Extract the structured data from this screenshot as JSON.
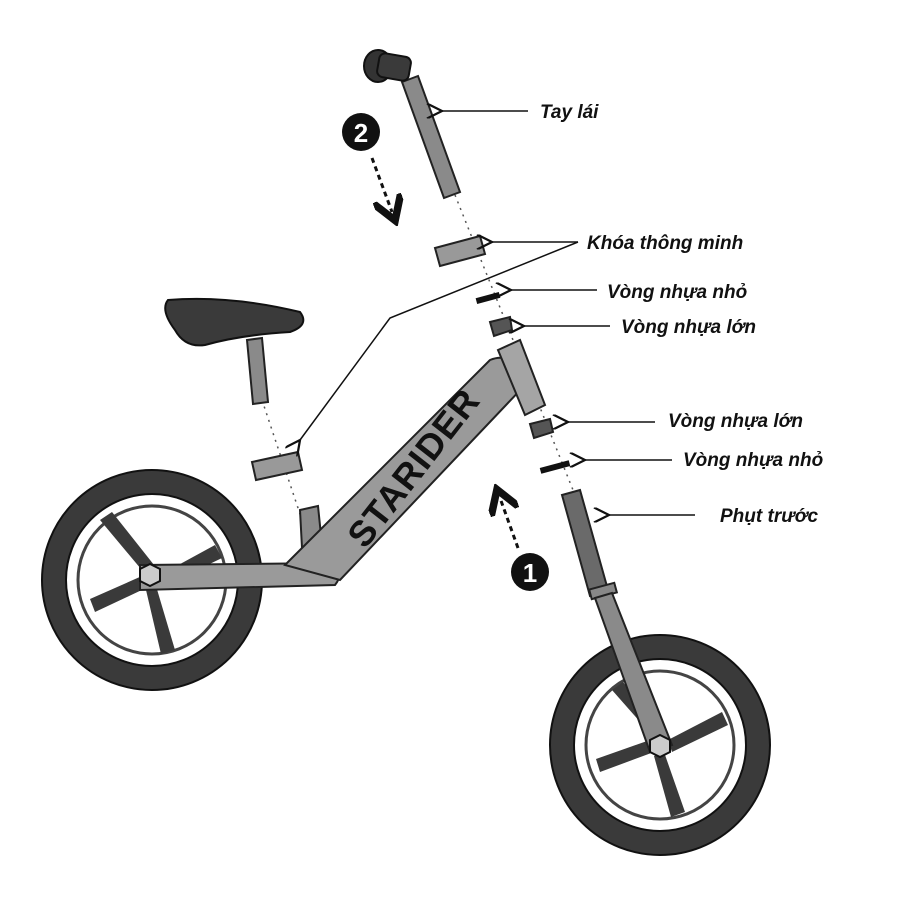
{
  "brand": "STARIDER",
  "steps": [
    {
      "number": "1"
    },
    {
      "number": "2"
    }
  ],
  "labels": {
    "handlebar": "Tay lái",
    "smart_clamp": "Khóa thông minh",
    "small_ring_top": "Vòng nhựa nhỏ",
    "large_ring_top": "Vòng nhựa lớn",
    "large_ring_bottom": "Vòng nhựa lớn",
    "small_ring_bottom": "Vòng nhựa nhỏ",
    "front_fork": "Phụt trước"
  },
  "colors": {
    "part": "#8a8a8a",
    "dark": "#333333",
    "frame": "#9a9a9a"
  }
}
